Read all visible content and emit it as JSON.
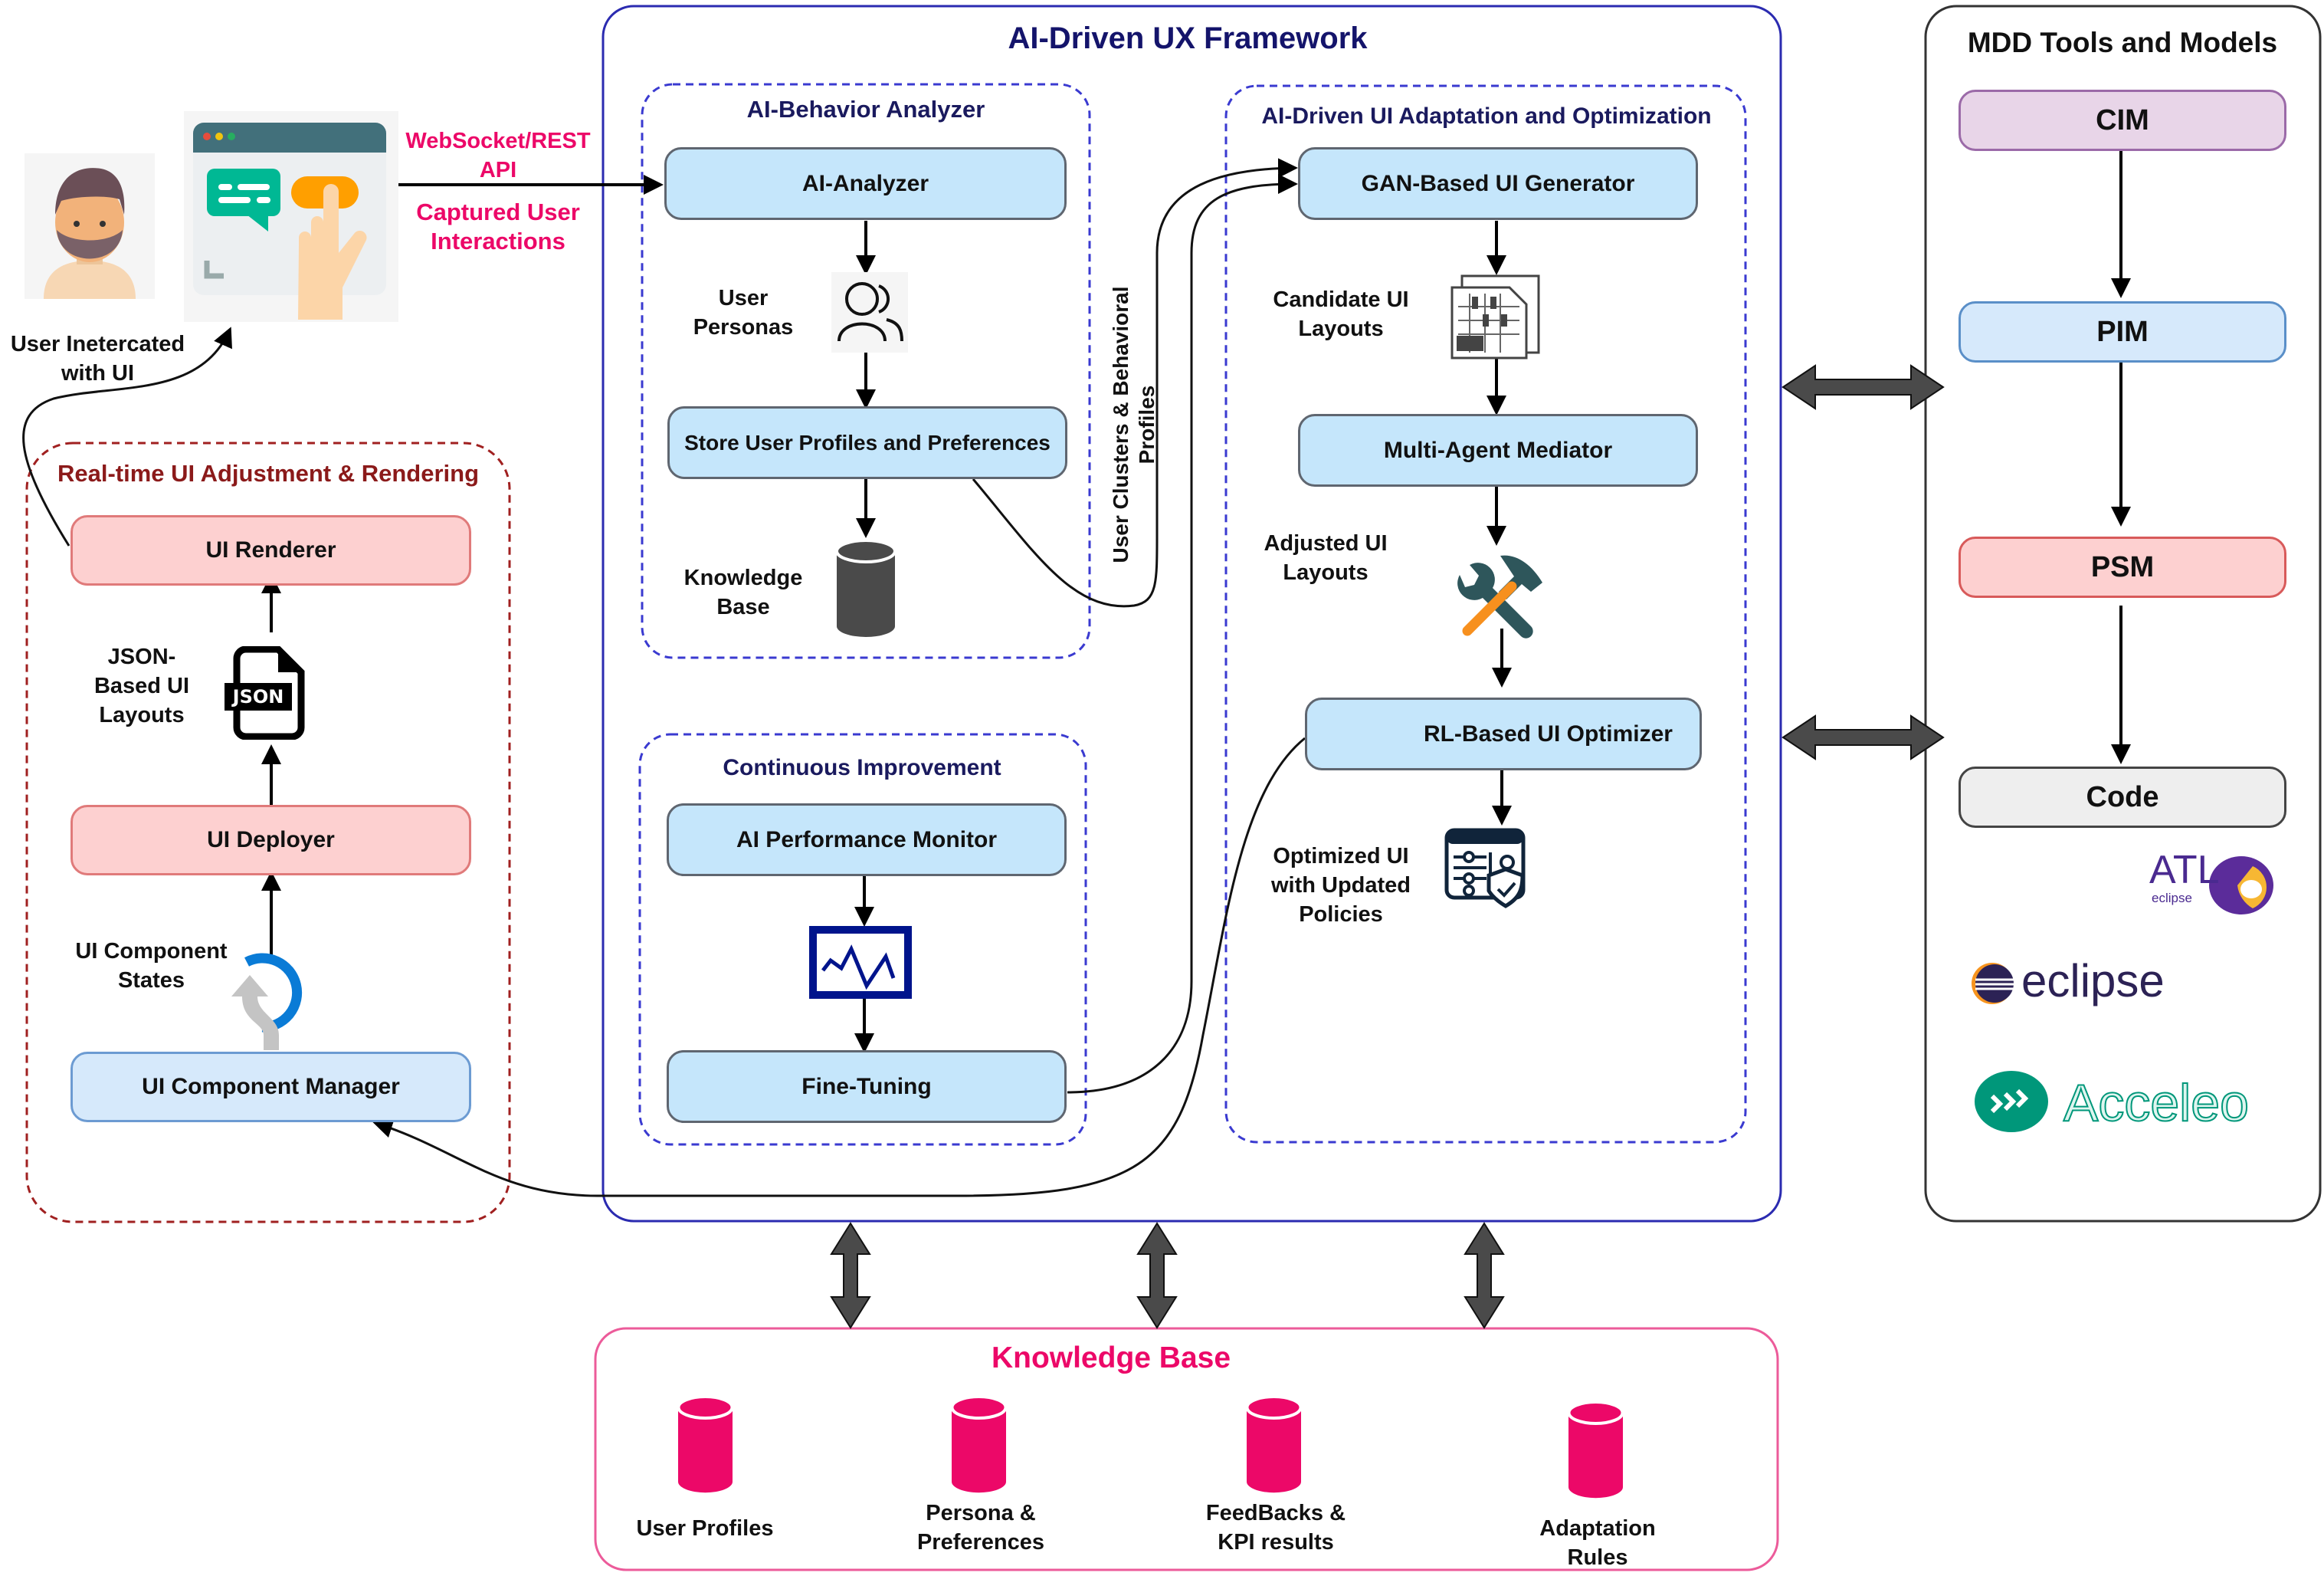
{
  "user_area": {
    "api_label": "WebSocket/REST API",
    "captured_label": "Captured User Interactions",
    "interacted_label": "User Inetercated with UI",
    "icons": [
      "user-avatar-icon",
      "touch-ui-icon"
    ]
  },
  "realtime": {
    "title": "Real-time UI Adjustment & Rendering",
    "renderer": "UI Renderer",
    "json_label": "JSON-Based UI Layouts",
    "json_badge": "JSON",
    "deployer": "UI Deployer",
    "states_label": "UI Component States",
    "manager": "UI Component Manager"
  },
  "framework": {
    "title": "AI-Driven UX Framework",
    "behavior": {
      "title": "AI-Behavior Analyzer",
      "analyzer": "AI-Analyzer",
      "personas_label": "User Personas",
      "store": "Store User Profiles and Preferences",
      "kb_label": "Knowledge Base"
    },
    "clusters_label": "User Clusters & Behavioral Profiles",
    "improvement": {
      "title": "Continuous Improvement",
      "monitor": "AI Performance Monitor",
      "finetune": "Fine-Tuning"
    },
    "adaptation": {
      "title": "AI-Driven UI Adaptation and Optimization",
      "gan": "GAN-Based UI Generator",
      "candidate_label": "Candidate UI Layouts",
      "mediator": "Multi-Agent Mediator",
      "adjusted_label": "Adjusted UI Layouts",
      "rl": "RL-Based UI Optimizer",
      "optimized_label": "Optimized UI with Updated Policies"
    }
  },
  "mdd": {
    "title": "MDD Tools and Models",
    "models": [
      {
        "label": "CIM",
        "fill": "#e8d5e8",
        "stroke": "#9b6aa8"
      },
      {
        "label": "PIM",
        "fill": "#d6e9fb",
        "stroke": "#5a8fc8"
      },
      {
        "label": "PSM",
        "fill": "#fdd0d0",
        "stroke": "#d85a5a"
      },
      {
        "label": "Code",
        "fill": "#eeeeee",
        "stroke": "#444444"
      }
    ],
    "logos": {
      "atl": "ATL",
      "atl_sub": "eclipse",
      "eclipse": "eclipse",
      "acceleo": "Acceleo"
    }
  },
  "knowledge_base": {
    "title": "Knowledge Base",
    "color": "#ec0868",
    "stores": [
      {
        "label": "User Profiles"
      },
      {
        "label": "Persona & Preferences"
      },
      {
        "label": "FeedBacks & KPI results"
      },
      {
        "label": "Adaptation Rules"
      }
    ]
  },
  "colors": {
    "framework_border": "#2b2bb0",
    "group_dash": "#3a3ad0",
    "realtime_dash": "#a02020",
    "accent_pink": "#ec0868"
  }
}
